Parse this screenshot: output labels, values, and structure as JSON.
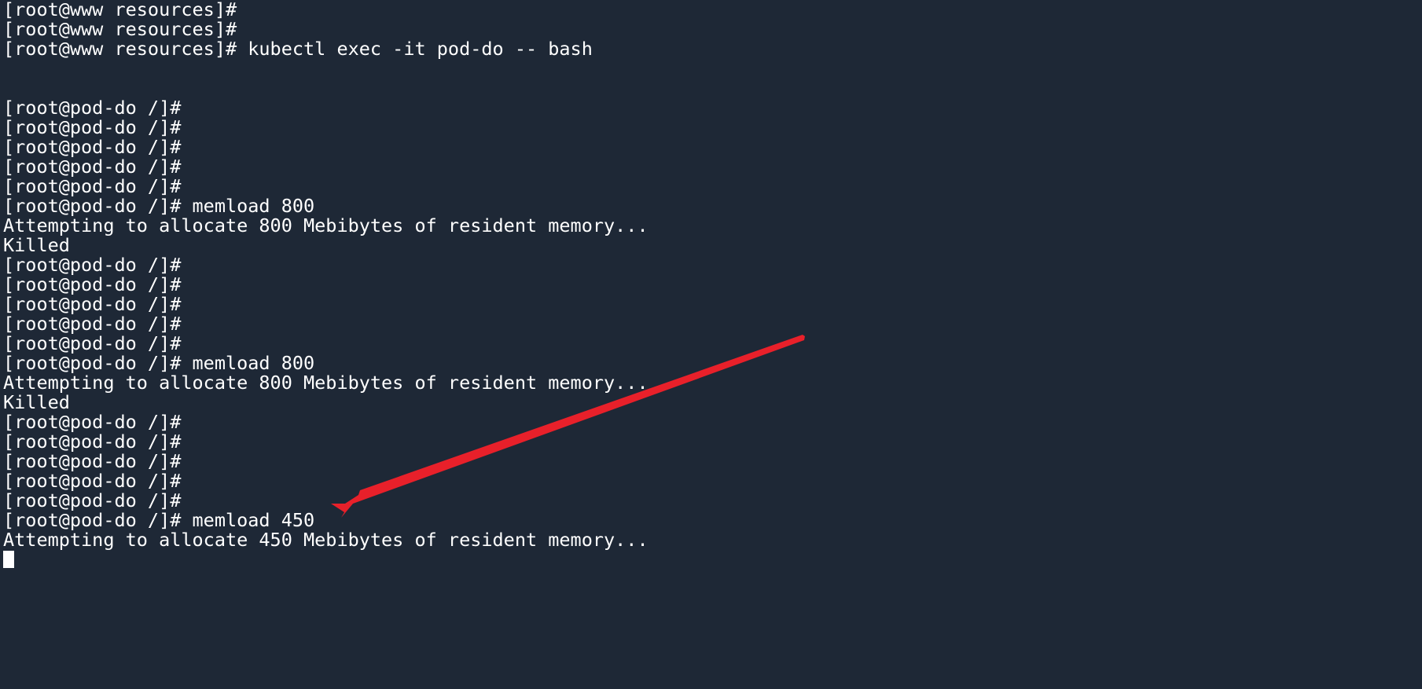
{
  "terminal": {
    "background": "#1e2836",
    "foreground": "#ffffff",
    "lines": [
      "[root@www resources]#",
      "[root@www resources]#",
      "[root@www resources]# kubectl exec -it pod-do -- bash",
      "",
      "",
      "[root@pod-do /]#",
      "[root@pod-do /]#",
      "[root@pod-do /]#",
      "[root@pod-do /]#",
      "[root@pod-do /]#",
      "[root@pod-do /]# memload 800",
      "Attempting to allocate 800 Mebibytes of resident memory...",
      "Killed",
      "[root@pod-do /]#",
      "[root@pod-do /]#",
      "[root@pod-do /]#",
      "[root@pod-do /]#",
      "[root@pod-do /]#",
      "[root@pod-do /]# memload 800",
      "Attempting to allocate 800 Mebibytes of resident memory...",
      "Killed",
      "[root@pod-do /]#",
      "[root@pod-do /]#",
      "[root@pod-do /]#",
      "[root@pod-do /]#",
      "[root@pod-do /]#",
      "[root@pod-do /]# memload 450",
      "Attempting to allocate 450 Mebibytes of resident memory..."
    ]
  },
  "annotation": {
    "type": "arrow",
    "color": "#e8202a"
  }
}
